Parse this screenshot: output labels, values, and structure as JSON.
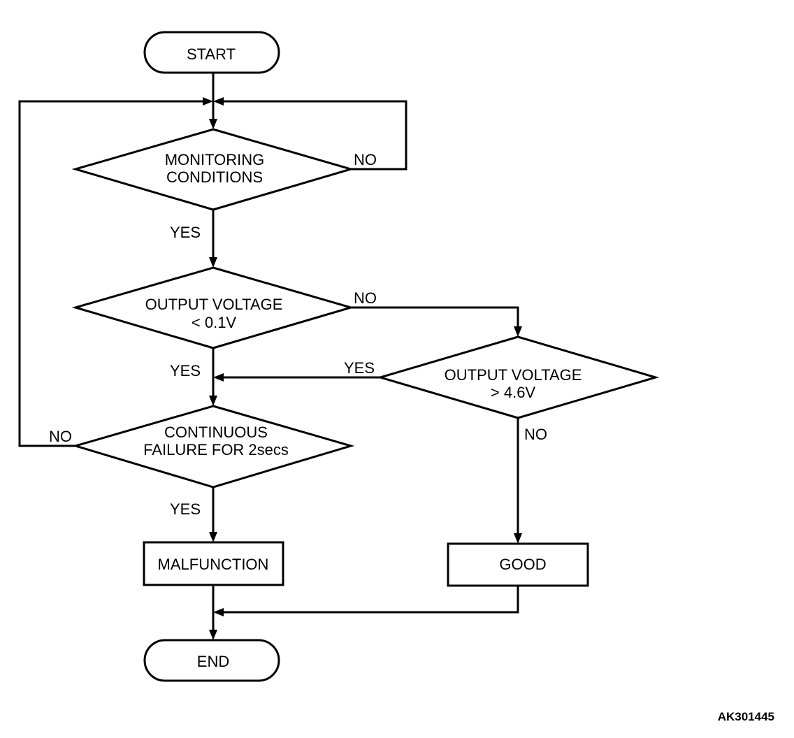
{
  "nodes": {
    "start": {
      "label": "START"
    },
    "monitoring": {
      "line1": "MONITORING",
      "line2": "CONDITIONS"
    },
    "low_voltage": {
      "line1": "OUTPUT VOLTAGE",
      "line2": "< 0.1V"
    },
    "high_voltage": {
      "line1": "OUTPUT VOLTAGE",
      "line2": "> 4.6V"
    },
    "continuous": {
      "line1": "CONTINUOUS",
      "line2": "FAILURE FOR 2secs"
    },
    "malfunction": {
      "label": "MALFUNCTION"
    },
    "good": {
      "label": "GOOD"
    },
    "end": {
      "label": "END"
    }
  },
  "edges": {
    "monitoring_no": "NO",
    "monitoring_yes": "YES",
    "low_voltage_no": "NO",
    "low_voltage_yes": "YES",
    "high_voltage_yes": "YES",
    "high_voltage_no": "NO",
    "continuous_no": "NO",
    "continuous_yes": "YES"
  },
  "figure_id": "AK301445"
}
